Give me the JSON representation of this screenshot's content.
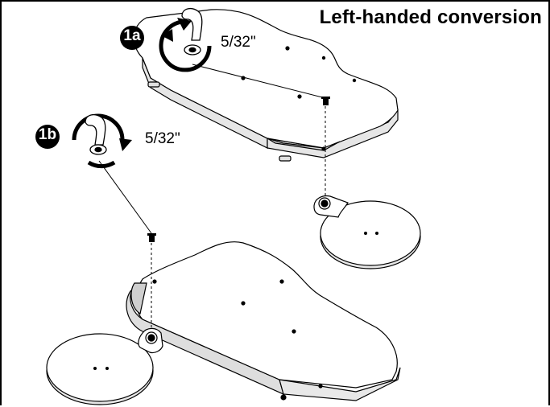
{
  "title": "Left-handed conversion",
  "steps": [
    {
      "badge": "1a",
      "size": "5/32\""
    },
    {
      "badge": "1b",
      "size": "5/32\""
    }
  ],
  "colors": {
    "ink": "#000000",
    "paper": "#ffffff",
    "shadow": "#c8c8c8"
  },
  "icons": [
    "hex-key-icon",
    "rotate-counterclockwise-icon",
    "rotate-clockwise-icon",
    "screw-icon",
    "swivel-mouse-platform"
  ]
}
